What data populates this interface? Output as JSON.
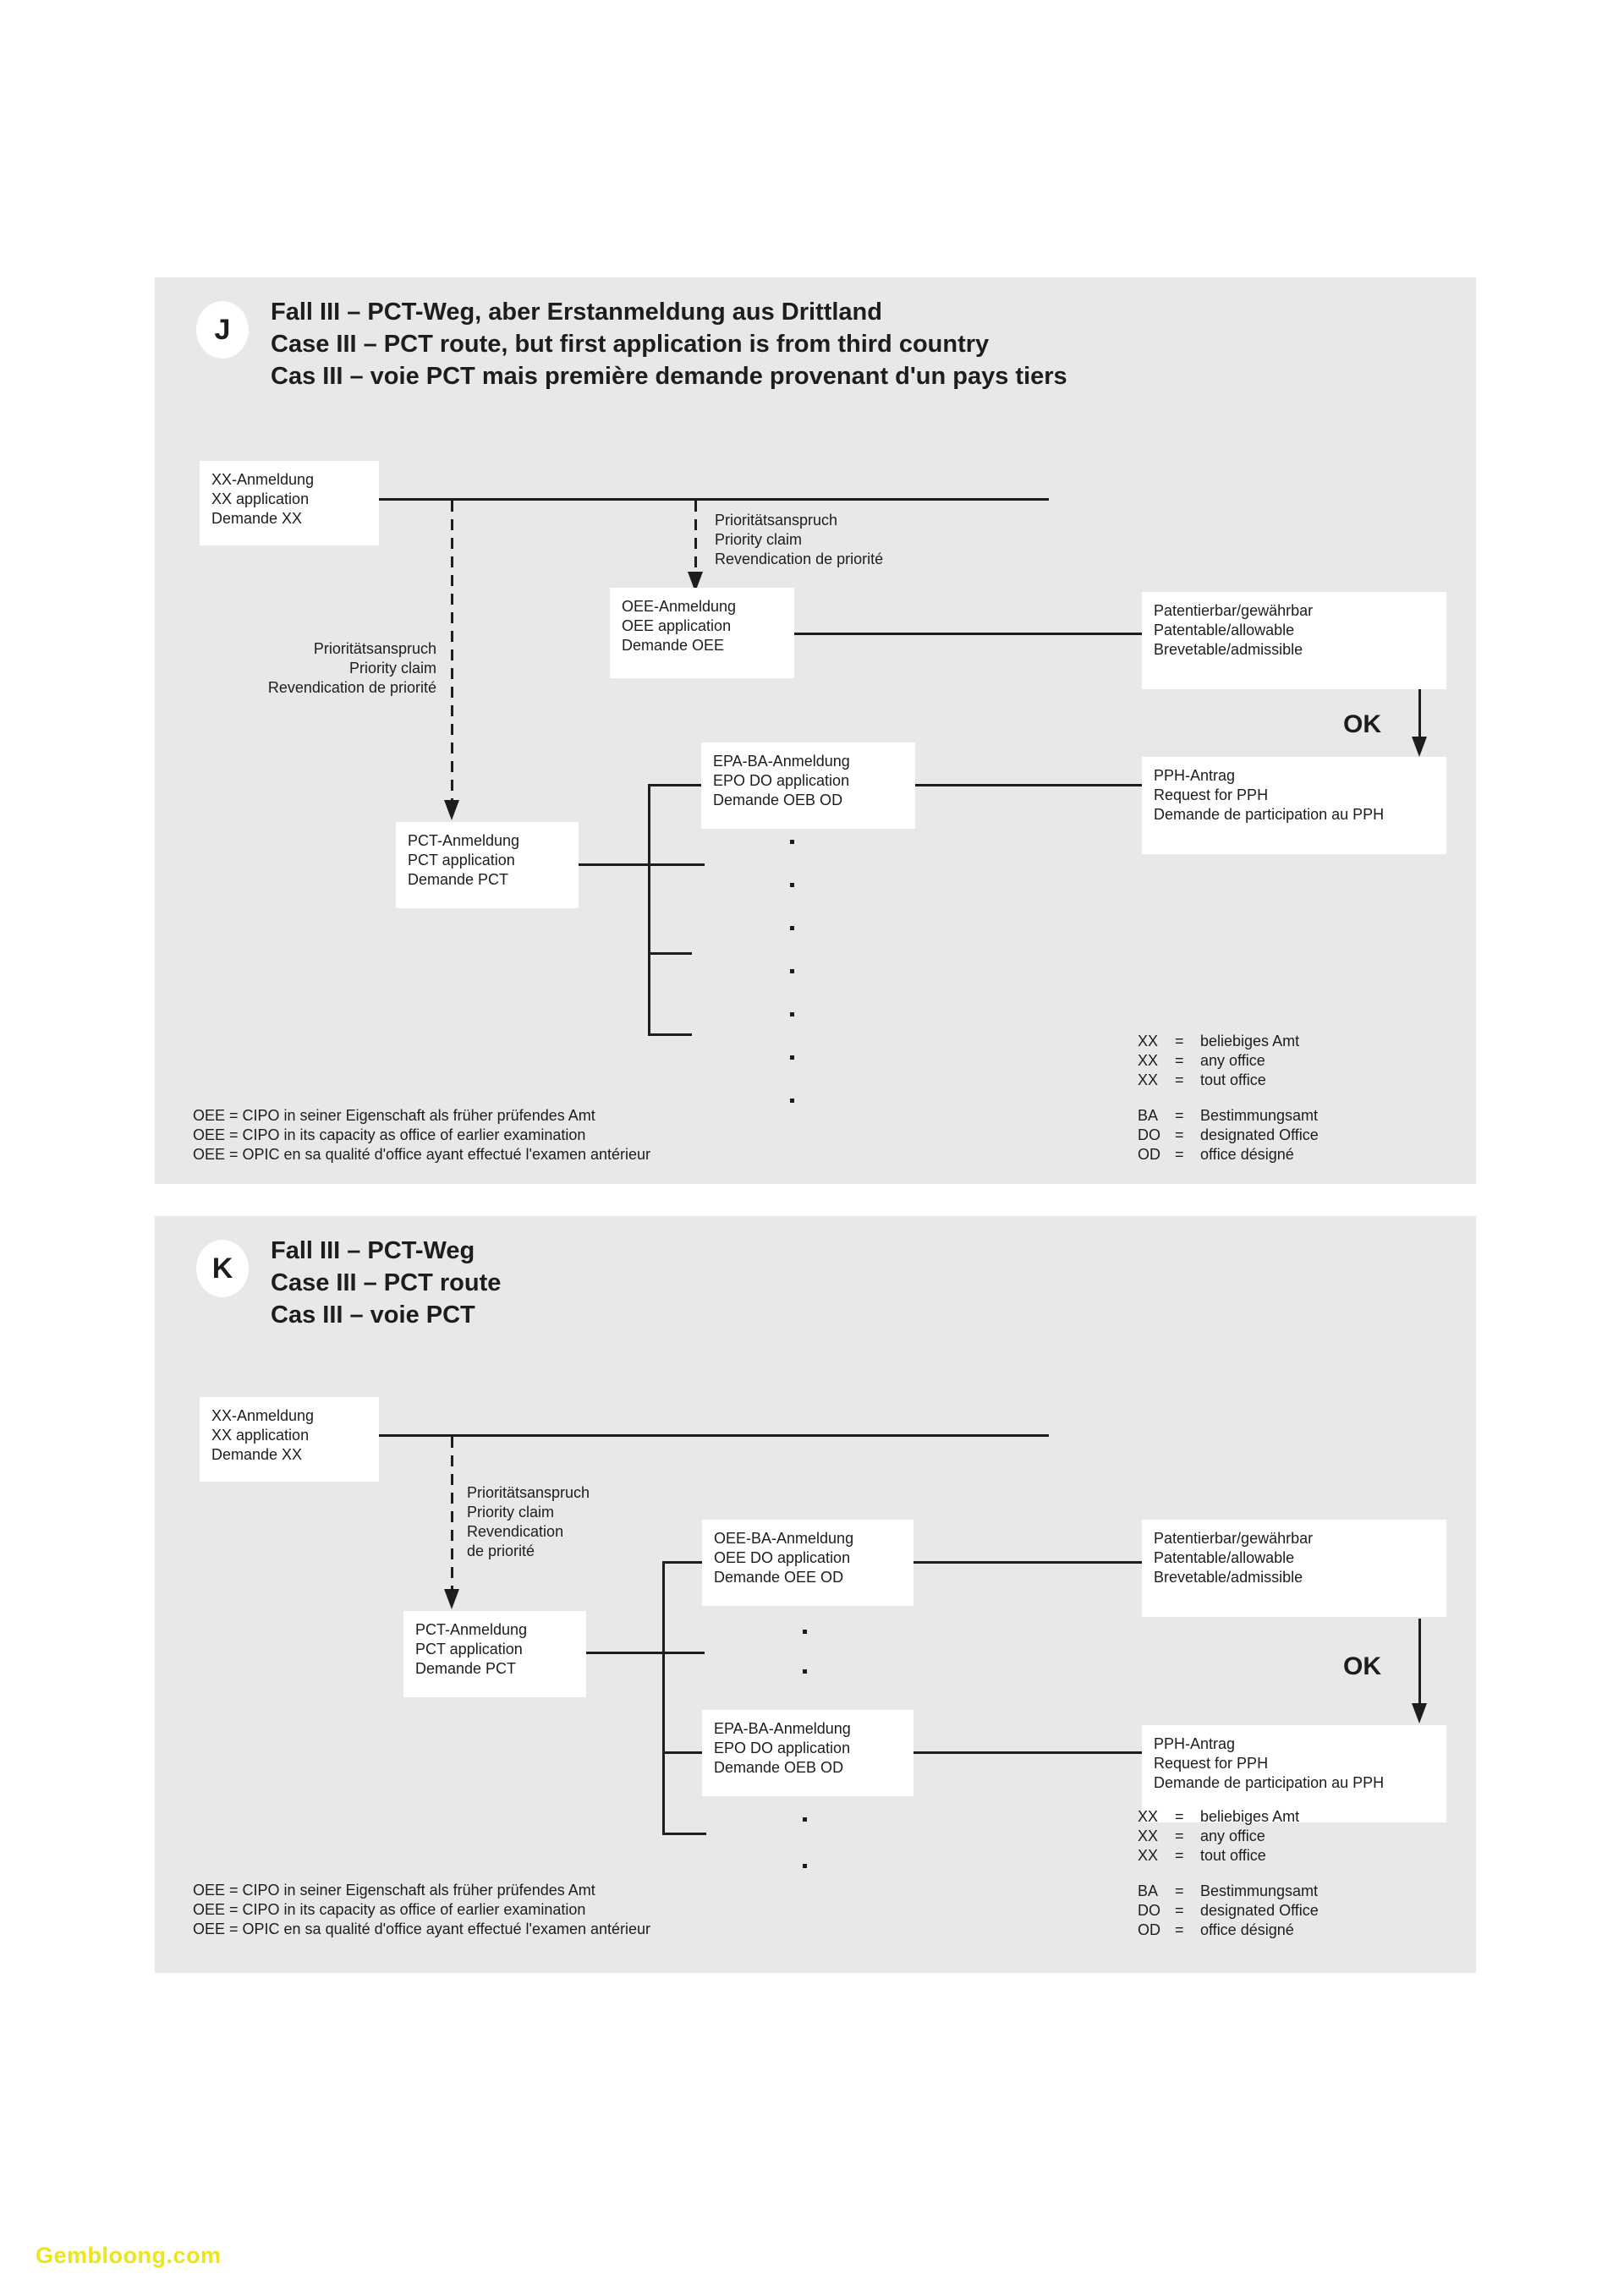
{
  "colors": {
    "panel_background": "#e9e8e6",
    "box_background": "#ffffff",
    "line": "#1d1d1d",
    "text": "#1d1d1d",
    "watermark": "#ebe51d",
    "page_background": "#ffffff"
  },
  "legend_equals": "=",
  "watermark": "Gembloong.com",
  "panels": {
    "j": {
      "badge": "J",
      "title": [
        "Fall III – PCT-Weg, aber Erstanmeldung aus Drittland",
        "Case III – PCT route, but first application is from third country",
        "Cas III – voie PCT mais première demande provenant d'un pays tiers"
      ],
      "box_xx": [
        "XX-Anmeldung",
        "XX application",
        "Demande XX"
      ],
      "priority_claim_left": [
        "Prioritätsanspruch",
        "Priority claim",
        "Revendication de priorité"
      ],
      "priority_claim_oee": [
        "Prioritätsanspruch",
        "Priority claim",
        "Revendication de priorité"
      ],
      "box_oee": [
        "OEE-Anmeldung",
        "OEE application",
        "Demande OEE"
      ],
      "box_patentable": [
        "Patentierbar/gewährbar",
        "Patentable/allowable",
        "Brevetable/admissible"
      ],
      "ok_label": "OK",
      "box_pph": [
        "PPH-Antrag",
        "Request for PPH",
        "Demande de participation au PPH"
      ],
      "box_epa": [
        "EPA-BA-Anmeldung",
        "EPO DO application",
        "Demande OEB OD"
      ],
      "box_pct": [
        "PCT-Anmeldung",
        "PCT application",
        "Demande PCT"
      ],
      "legend_xx": [
        [
          "XX",
          "beliebiges Amt"
        ],
        [
          "XX",
          "any office"
        ],
        [
          "XX",
          "tout office"
        ]
      ],
      "legend_ba": [
        [
          "BA",
          "Bestimmungsamt"
        ],
        [
          "DO",
          "designated Office"
        ],
        [
          "OD",
          "office désigné"
        ]
      ],
      "footnotes": [
        "OEE = CIPO in seiner Eigenschaft als früher prüfendes Amt",
        "OEE = CIPO in its capacity as office of earlier examination",
        "OEE = OPIC en sa qualité d'office ayant effectué l'examen antérieur"
      ]
    },
    "k": {
      "badge": "K",
      "title": [
        "Fall III – PCT-Weg",
        "Case III – PCT route",
        "Cas III – voie PCT"
      ],
      "box_xx": [
        "XX-Anmeldung",
        "XX application",
        "Demande XX"
      ],
      "priority_claim": [
        "Prioritätsanspruch",
        "Priority claim",
        "Revendication",
        "de priorité"
      ],
      "box_oee_ba": [
        "OEE-BA-Anmeldung",
        "OEE DO application",
        "Demande OEE OD"
      ],
      "box_patentable": [
        "Patentierbar/gewährbar",
        "Patentable/allowable",
        "Brevetable/admissible"
      ],
      "ok_label": "OK",
      "box_pph": [
        "PPH-Antrag",
        "Request for PPH",
        "Demande de participation au PPH"
      ],
      "box_epa": [
        "EPA-BA-Anmeldung",
        "EPO DO application",
        "Demande OEB OD"
      ],
      "box_pct": [
        "PCT-Anmeldung",
        "PCT application",
        "Demande PCT"
      ],
      "legend_xx": [
        [
          "XX",
          "beliebiges Amt"
        ],
        [
          "XX",
          "any office"
        ],
        [
          "XX",
          "tout office"
        ]
      ],
      "legend_ba": [
        [
          "BA",
          "Bestimmungsamt"
        ],
        [
          "DO",
          "designated Office"
        ],
        [
          "OD",
          "office désigné"
        ]
      ],
      "footnotes": [
        "OEE = CIPO in seiner Eigenschaft als früher prüfendes Amt",
        "OEE = CIPO in its capacity as office of earlier examination",
        "OEE = OPIC en sa qualité d'office ayant effectué l'examen antérieur"
      ]
    }
  }
}
